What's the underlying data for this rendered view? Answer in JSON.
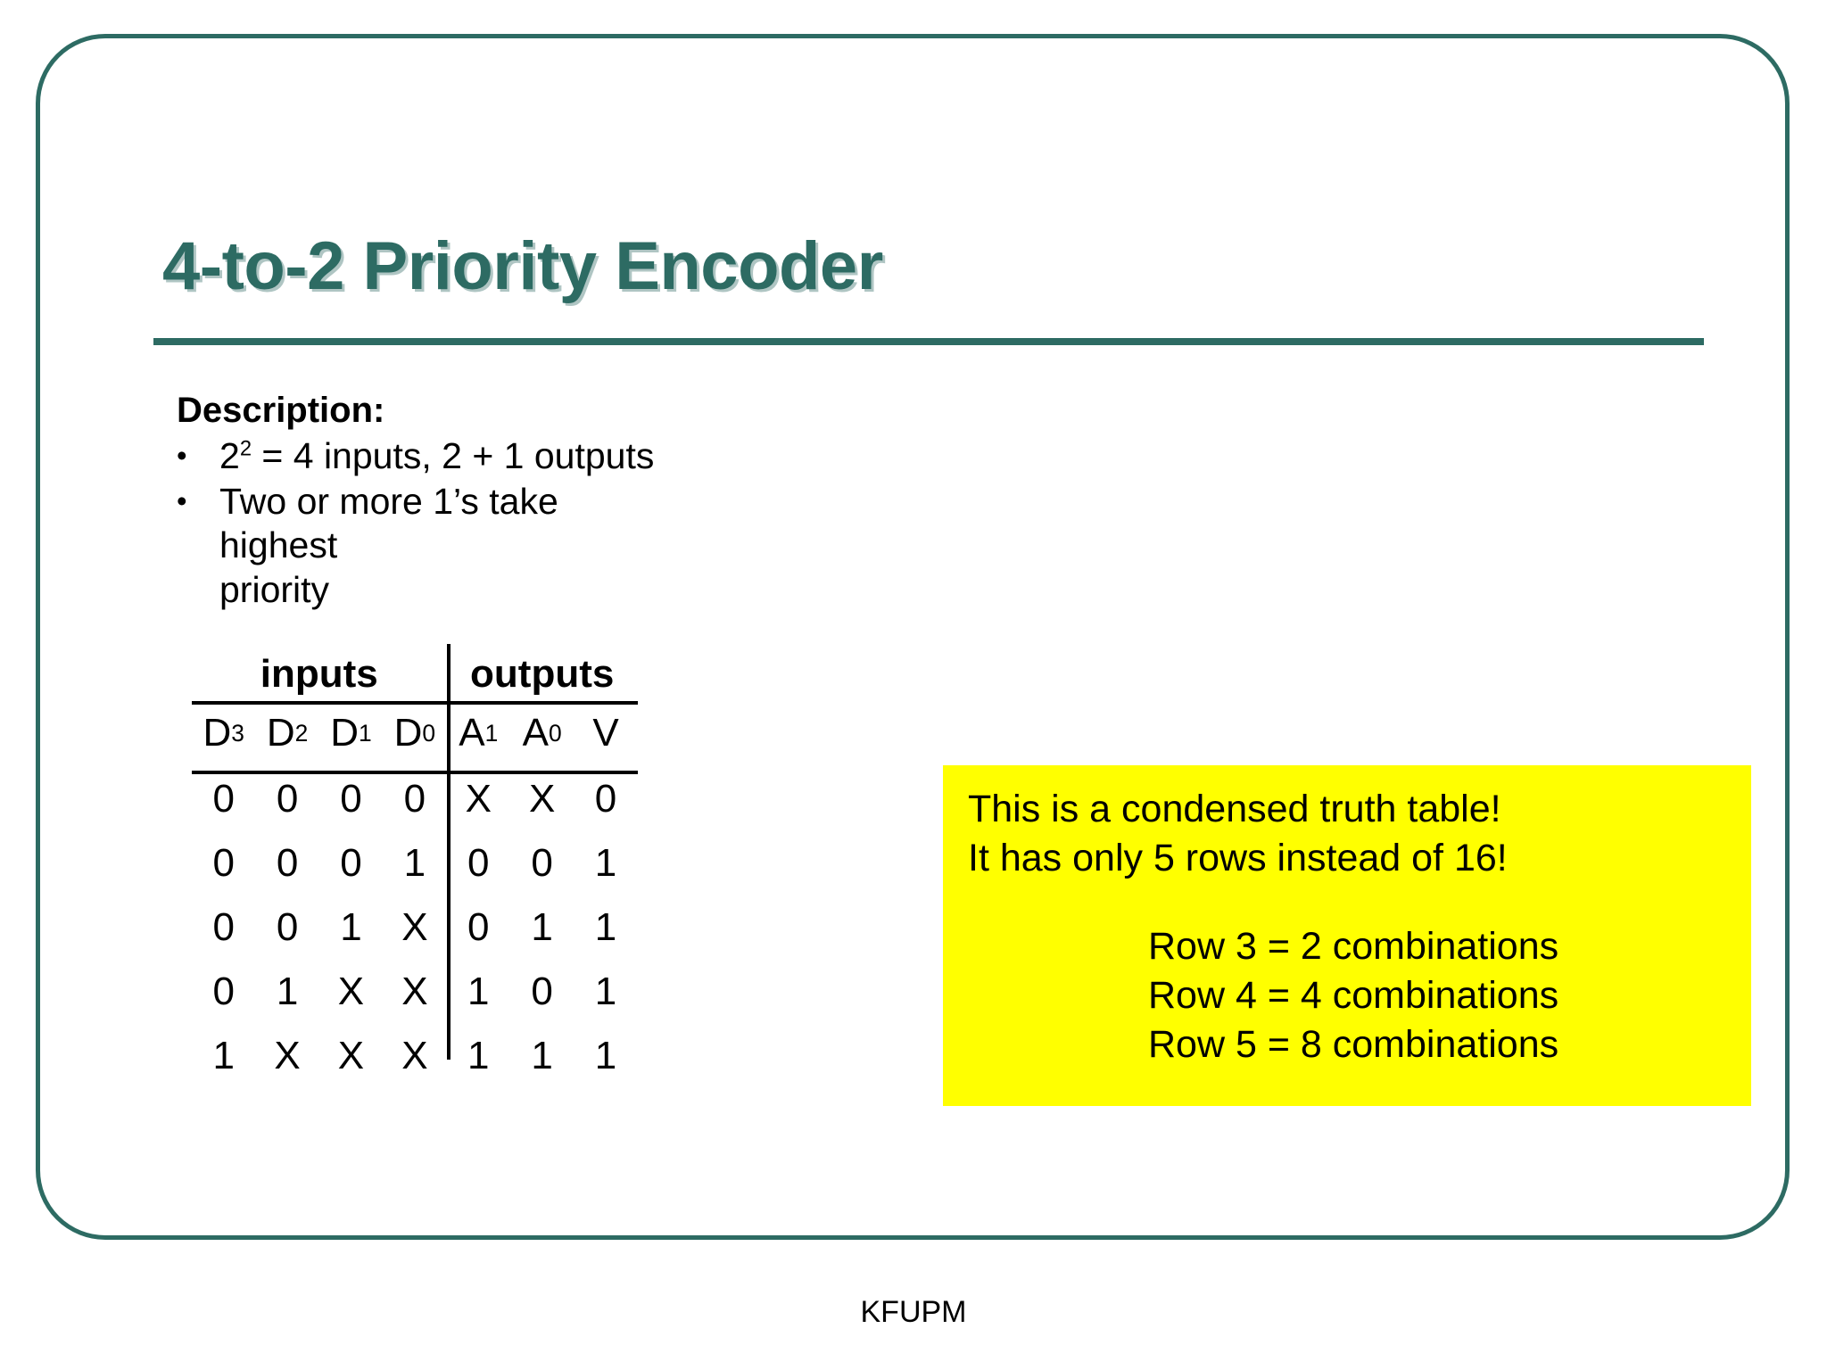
{
  "slide": {
    "title": "4-to-2 Priority Encoder",
    "footer": "KFUPM",
    "frame_color": "#2d6b63",
    "title_color": "#2d6b63",
    "callout_color": "#ffff00"
  },
  "description": {
    "heading": "Description:",
    "bullets": [
      {
        "base": "2",
        "exponent": "2",
        "rest": " = 4 inputs, 2 + 1 outputs"
      },
      {
        "base": "",
        "exponent": "",
        "rest": "Two or more 1’s take"
      }
    ],
    "continuation": [
      "highest",
      "priority"
    ],
    "bullet_glyph": "•"
  },
  "truth_table": {
    "group_headers": {
      "inputs": "inputs",
      "outputs": "outputs"
    },
    "columns": [
      {
        "letter": "D",
        "sub": "3"
      },
      {
        "letter": "D",
        "sub": "2"
      },
      {
        "letter": "D",
        "sub": "1"
      },
      {
        "letter": "D",
        "sub": "0"
      },
      {
        "letter": "A",
        "sub": "1"
      },
      {
        "letter": "A",
        "sub": "0"
      },
      {
        "letter": "V",
        "sub": ""
      }
    ],
    "rows": [
      [
        "0",
        "0",
        "0",
        "0",
        "X",
        "X",
        "0"
      ],
      [
        "0",
        "0",
        "0",
        "1",
        "0",
        "0",
        "1"
      ],
      [
        "0",
        "0",
        "1",
        "X",
        "0",
        "1",
        "1"
      ],
      [
        "0",
        "1",
        "X",
        "X",
        "1",
        "0",
        "1"
      ],
      [
        "1",
        "X",
        "X",
        "X",
        "1",
        "1",
        "1"
      ]
    ]
  },
  "callout": {
    "line1": "This is a condensed truth table!",
    "line2": "It has only 5 rows instead of 16!",
    "rows": [
      "Row 3 = 2 combinations",
      "Row 4 = 4 combinations",
      "Row 5 = 8 combinations"
    ]
  }
}
